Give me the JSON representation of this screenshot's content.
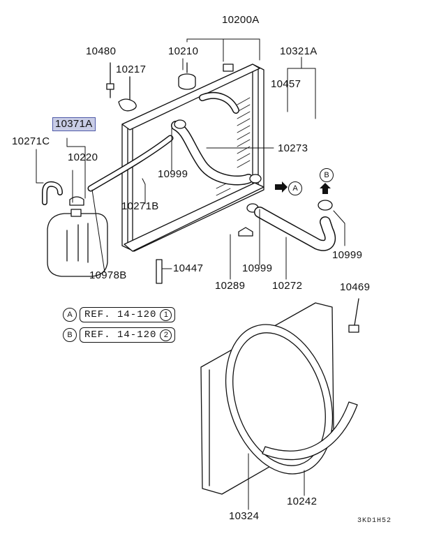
{
  "diagram": {
    "selected_part": "10371A",
    "parts": [
      {
        "id": "p10200A",
        "label": "10200A"
      },
      {
        "id": "p10480",
        "label": "10480"
      },
      {
        "id": "p10210",
        "label": "10210"
      },
      {
        "id": "p10321A",
        "label": "10321A"
      },
      {
        "id": "p10217",
        "label": "10217"
      },
      {
        "id": "p10457",
        "label": "10457"
      },
      {
        "id": "p10371A",
        "label": "10371A"
      },
      {
        "id": "p10271C",
        "label": "10271C"
      },
      {
        "id": "p10220",
        "label": "10220"
      },
      {
        "id": "p10273",
        "label": "10273"
      },
      {
        "id": "p10999a",
        "label": "10999"
      },
      {
        "id": "p10271B",
        "label": "10271B"
      },
      {
        "id": "p10999b",
        "label": "10999"
      },
      {
        "id": "p10978B",
        "label": "10978B"
      },
      {
        "id": "p10447",
        "label": "10447"
      },
      {
        "id": "p10289",
        "label": "10289"
      },
      {
        "id": "p10999c",
        "label": "10999"
      },
      {
        "id": "p10272",
        "label": "10272"
      },
      {
        "id": "p10469",
        "label": "10469"
      },
      {
        "id": "p10324",
        "label": "10324"
      },
      {
        "id": "p10242",
        "label": "10242"
      }
    ],
    "references": [
      {
        "marker": "A",
        "text": "REF. 14-120",
        "index": "1"
      },
      {
        "marker": "B",
        "text": "REF. 14-120",
        "index": "2"
      }
    ],
    "flags": [
      {
        "marker": "A"
      },
      {
        "marker": "B"
      }
    ],
    "drawing_code": "3KD1H52"
  }
}
